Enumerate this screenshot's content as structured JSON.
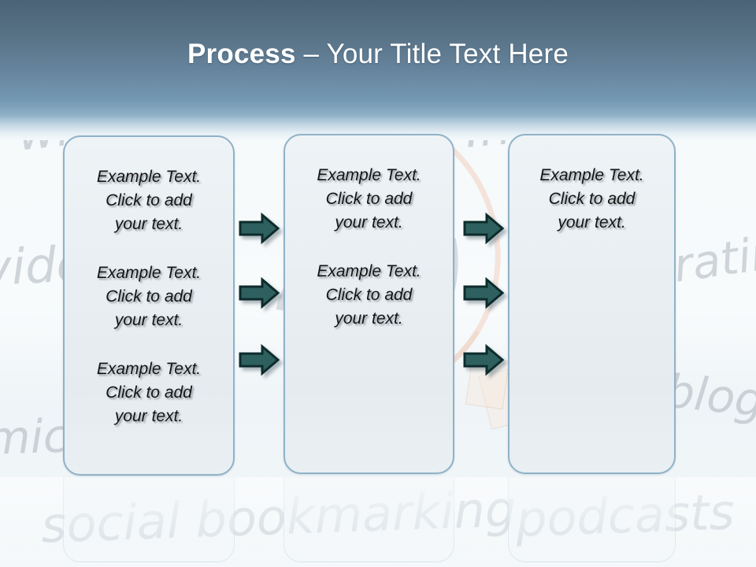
{
  "slide": {
    "title": {
      "strong": "Process",
      "rest": " – Your Title Text Here"
    },
    "colors": {
      "header_top": "#4b6376",
      "header_bottom": "#8fb0c6",
      "box_border": "#8fb2c8",
      "box_fill": "#e8eef2",
      "arrow_fill": "#2f6060",
      "arrow_outline": "#0d2b2b",
      "title_text": "#ffffff",
      "body_text": "#141414",
      "background": "#f7fafb"
    }
  },
  "boxes": [
    {
      "name": "process-box-1",
      "texts": [
        "Example Text.\nClick  to add\nyour text.",
        "Example Text.\nClick  to add\nyour text.",
        "Example Text.\nClick  to add\nyour text."
      ]
    },
    {
      "name": "process-box-2",
      "texts": [
        "Example Text.\nClick  to add\nyour text.",
        "Example Text.\nClick  to add\nyour text."
      ]
    },
    {
      "name": "process-box-3",
      "texts": [
        "Example Text.\nClick  to add\nyour text."
      ]
    }
  ],
  "arrows": {
    "icon": "arrow-right-icon",
    "columns": 2,
    "rows": 3,
    "count": 6
  },
  "background_words": [
    "wikis",
    "Internet forums",
    "video",
    "rating",
    "micro",
    "blogs",
    "social bookmarking",
    "podcasts"
  ]
}
